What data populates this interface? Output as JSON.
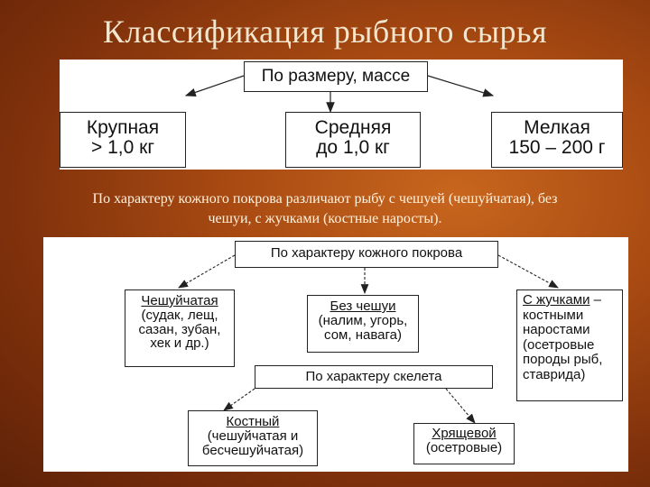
{
  "title": "Классификация рыбного сырья",
  "top": {
    "root": "По размеру, массе",
    "large": {
      "name": "Крупная",
      "value": "> 1,0 кг"
    },
    "medium": {
      "name": "Средняя",
      "value": "до 1,0 кг"
    },
    "small": {
      "name": "Мелкая",
      "value": "150 – 200 г"
    }
  },
  "description": {
    "line1": "По характеру кожного покрова различают рыбу с чешуей (чешуйчатая), без",
    "line2": "чешуи, с жучками (костные наросты)."
  },
  "bottom": {
    "root": "По характеру кожного покрова",
    "scaly": {
      "name": "Чешуйчатая",
      "l1": "(судак, лещ,",
      "l2": "сазан, зубан,",
      "l3": "хек и др.)"
    },
    "scaleless": {
      "name": "Без чешуи",
      "l1": "(налим, угорь,",
      "l2": "сом, навага)"
    },
    "bugs": {
      "name": "С жучками",
      "dash": "–",
      "l1": "костными",
      "l2": "наростами",
      "l3": "(осетровые",
      "l4": "породы рыб,",
      "l5": "ставрида)"
    },
    "skeleton": "По характеру скелета",
    "bony": {
      "name": "Костный",
      "l1": "(чешуйчатая и",
      "l2": "бесчешуйчатая)"
    },
    "cartilage": {
      "name": "Хрящевой",
      "l1": "(осетровые)"
    }
  }
}
